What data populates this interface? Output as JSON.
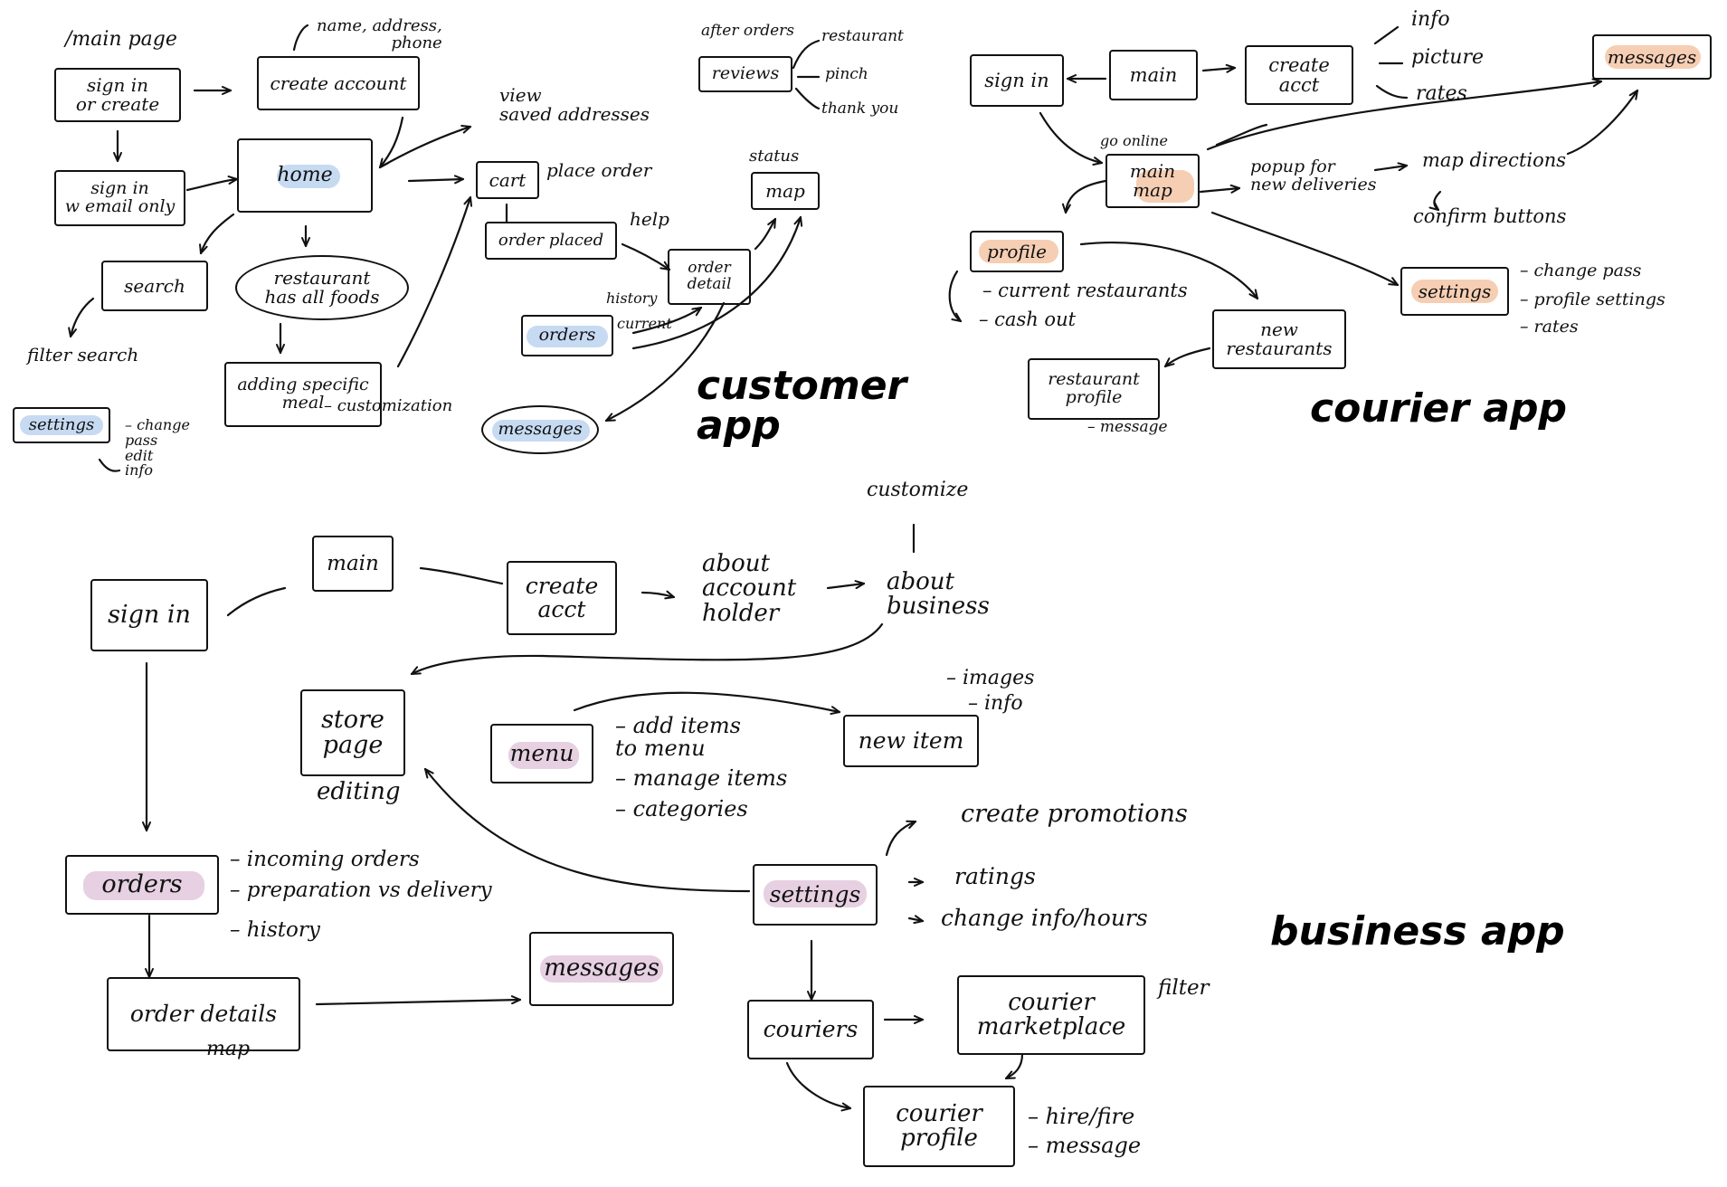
{
  "colors": {
    "customer_highlight": "#bcd4f0",
    "courier_highlight": "#f4c6a6",
    "business_highlight": "#e2c8dc",
    "ink": "#111111"
  },
  "sections": {
    "customer": "customer\napp",
    "courier": "courier app",
    "business": "business app"
  },
  "customer": {
    "main_page_note": "/main page",
    "sign_in_or_create": "sign in\nor create",
    "create_account": "create account",
    "name_address_phone": "name, address,\nphone",
    "sign_in_email_only": "sign in\nw email only",
    "home": "home",
    "view_saved": "view\nsaved addresses",
    "cart": "cart",
    "place_order": "place order",
    "search": "search",
    "filter_search": "filter search",
    "restaurant": "restaurant\nhas all foods",
    "adding_meal": "adding specific\nmeal",
    "customization": "– customization",
    "settings": "settings",
    "settings_options": "– change\npass\nedit\ninfo",
    "order_placed": "order placed",
    "help": "help",
    "order_detail": "order\ndetail",
    "history": "history",
    "current": "current",
    "orders": "orders",
    "messages": "messages",
    "status": "status",
    "map": "map",
    "after_orders": "after orders",
    "reviews": "reviews",
    "review_restaurant": "restaurant",
    "review_pinch": "pinch",
    "review_thank_you": "thank you"
  },
  "courier": {
    "sign_in": "sign in",
    "main": "main",
    "create_acct": "create\nacct",
    "info": "info",
    "picture": "picture",
    "rates": "rates",
    "messages": "messages",
    "go_online": "go online",
    "main_map": "main\nmap",
    "popup": "popup for\nnew deliveries",
    "map_directions": "map directions",
    "confirm_buttons": "confirm buttons",
    "profile": "profile",
    "current_restaurants": "– current restaurants",
    "cash_out": "– cash out",
    "new_restaurants": "new\nrestaurants",
    "restaurant_profile": "restaurant\nprofile",
    "message": "– message",
    "settings": "settings",
    "change_pass": "– change pass",
    "profile_settings": "– profile settings",
    "settings_rates": "– rates"
  },
  "business": {
    "sign_in": "sign in",
    "main": "main",
    "create_acct": "create\nacct",
    "about_holder": "about\naccount\nholder",
    "customize": "customize",
    "about_business": "about\nbusiness",
    "store_page": "store\npage",
    "editing": "editing",
    "menu": "menu",
    "add_items": "– add items\nto menu",
    "manage_items": "– manage items",
    "categories": "– categories",
    "images": "– images",
    "info": "– info",
    "new_item": "new item",
    "orders": "orders",
    "incoming_orders": "– incoming orders",
    "prep_delivery": "– preparation vs delivery",
    "history": "– history",
    "order_details": "order details",
    "map": "map",
    "messages": "messages",
    "settings": "settings",
    "create_promotions": "create promotions",
    "ratings": "ratings",
    "change_info_hours": "change info/hours",
    "couriers": "couriers",
    "courier_marketplace": "courier\nmarketplace",
    "filter": "filter",
    "courier_profile": "courier\nprofile",
    "hire_fire": "– hire/fire",
    "message": "– message"
  }
}
